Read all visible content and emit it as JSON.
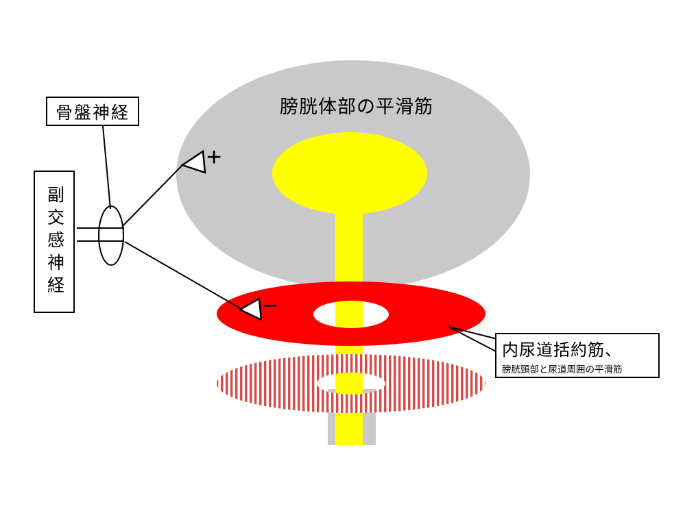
{
  "diagram": {
    "title": "膀胱体部の平滑筋",
    "pelvic_nerve_label": "骨盤神経",
    "parasympathetic_label": "副交感神経",
    "sphincter_label_main": "内尿道括約筋、",
    "sphincter_label_sub": "膀胱頸部と尿道周囲の平滑筋",
    "plus_sign": "+",
    "minus_sign": "−",
    "colors": {
      "bladder_body_muscle_gray": "#c9c9c9",
      "bladder_interior_yellow": "#ffff00",
      "internal_sphincter_red": "#ff0000",
      "striated_sphincter_stripe_red": "#d94a4a",
      "line_black": "#000000"
    }
  }
}
